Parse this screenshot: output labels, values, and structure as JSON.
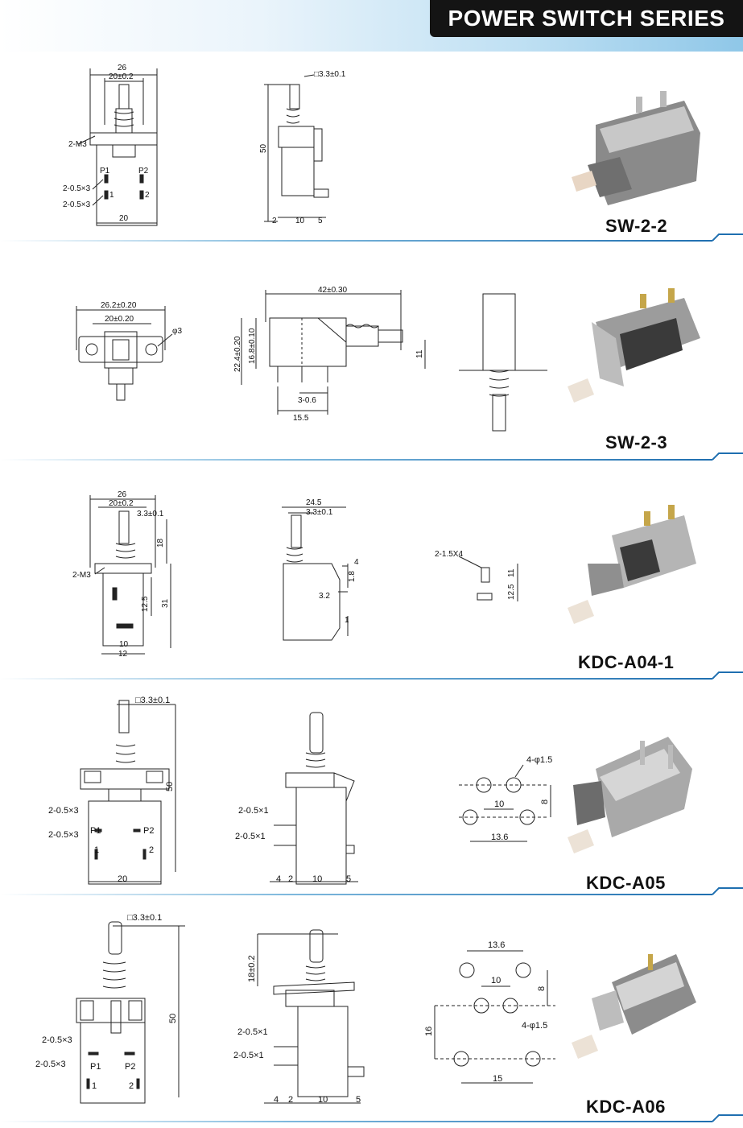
{
  "header": {
    "title": "POWER SWITCH SERIES"
  },
  "sections": [
    {
      "model": "SW-2-2",
      "front": {
        "width": "26",
        "pitch": "20±0.2",
        "mount": "2-M3",
        "pin_labels": [
          "P1",
          "P2",
          "1",
          "2"
        ],
        "pin_size_a": "2-0.5×3",
        "pin_size_b": "2-0.5×3",
        "base": "20"
      },
      "side": {
        "stem": "□3.3±0.1",
        "height": "50",
        "dims": [
          "2",
          "10",
          "5"
        ]
      }
    },
    {
      "model": "SW-2-3",
      "top": {
        "overall": "26.2±0.20",
        "pitch": "20±0.20",
        "hole": "φ3"
      },
      "side": {
        "length": "42±0.30",
        "height_outer": "22.4±0.20",
        "height_inner": "16.8±0.10",
        "pins": "3-0.6",
        "pin_span": "15.5",
        "stem_offset": "11"
      }
    },
    {
      "model": "KDC-A04-1",
      "front": {
        "width": "26",
        "pitch": "20±0.2",
        "stem": "3.3±0.1",
        "upper": "18",
        "mount": "2-M3",
        "pin_pitch": "12.5",
        "lower": "31",
        "inner": "10",
        "base": "12"
      },
      "side": {
        "depth": "24.5",
        "stem": "3.3±0.1",
        "d4": "4",
        "d18": "1.8",
        "d32": "3.2",
        "d1": "1"
      },
      "footprint": {
        "holes": "2-1.5X4",
        "h11": "11",
        "h125": "12.5"
      }
    },
    {
      "model": "KDC-A05",
      "front": {
        "stem": "□3.3±0.1",
        "height": "50",
        "pin_size_a": "2-0.5×3",
        "pin_size_b": "2-0.5×3",
        "pin_labels": [
          "P1",
          "P2",
          "1",
          "2"
        ],
        "base": "20"
      },
      "side": {
        "pin_a": "2-0.5×1",
        "pin_b": "2-0.5×1",
        "dims": [
          "4",
          "2",
          "10",
          "5"
        ]
      },
      "footprint": {
        "holes": "4-φ1.5",
        "pitch_x": "10",
        "pitch_y": "8",
        "span": "13.6"
      }
    },
    {
      "model": "KDC-A06",
      "front": {
        "stem": "□3.3±0.1",
        "height": "50",
        "pin_size_a": "2-0.5×3",
        "pin_size_b": "2-0.5×3",
        "pin_labels": [
          "P1",
          "P2",
          "1",
          "2"
        ]
      },
      "side": {
        "stem_height": "18±0.2",
        "pin_a": "2-0.5×1",
        "pin_b": "2-0.5×1",
        "dims": [
          "4",
          "2",
          "10",
          "5"
        ]
      },
      "footprint": {
        "span_top": "13.6",
        "pitch_x": "10",
        "pitch_y": "8",
        "offset": "16",
        "holes": "4-φ1.5",
        "span_bottom": "15"
      }
    }
  ]
}
